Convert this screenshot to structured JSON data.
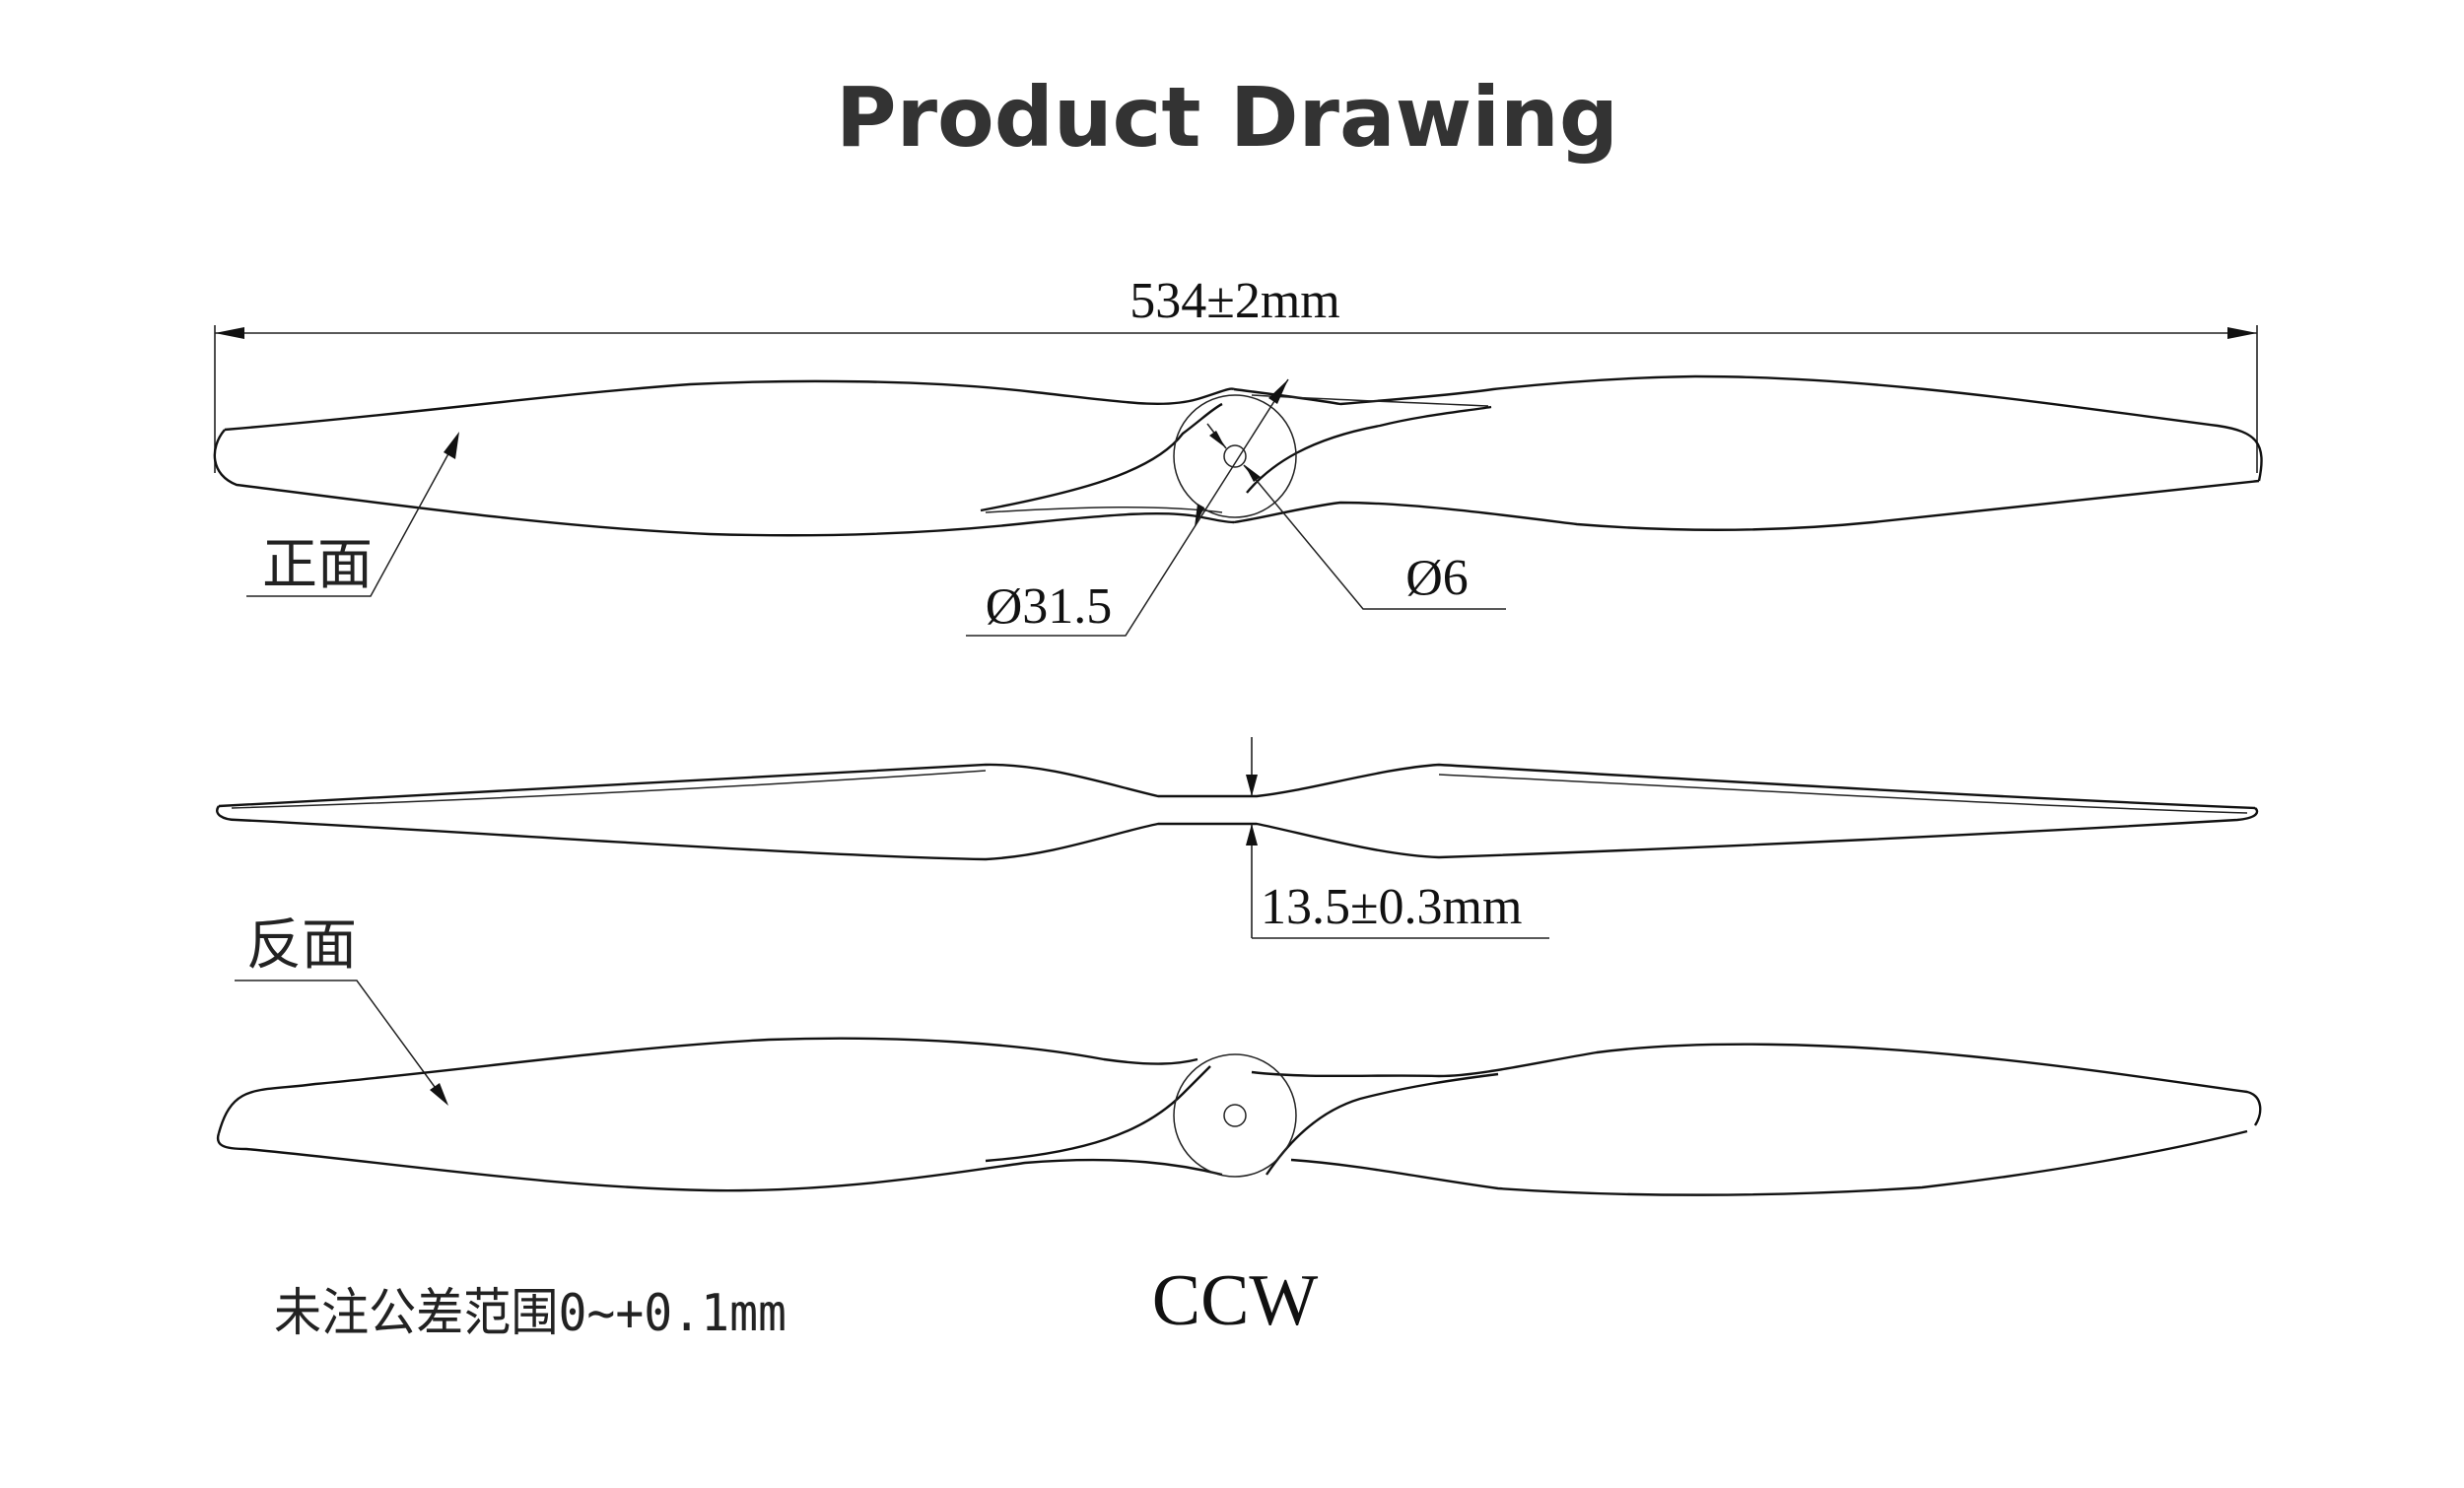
{
  "title": "Product Drawing",
  "dimensions": {
    "length": "534±2mm",
    "hub_diameter": "Ø31.5",
    "bore_diameter": "Ø6",
    "hub_thickness": "13.5±0.3mm"
  },
  "views": {
    "front_label": "正面",
    "back_label": "反面"
  },
  "notes": {
    "tolerance": "未注公差范围0~+0.1mm",
    "rotation": "CCW"
  }
}
